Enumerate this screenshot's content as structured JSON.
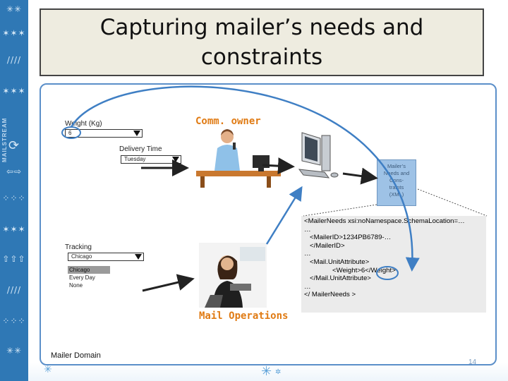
{
  "slide": {
    "title": "Capturing mailer’s needs and constraints",
    "footer": "Mailer Domain",
    "page_number": "14"
  },
  "sidebar": {
    "vertical_text": "MAILSTREAM"
  },
  "form": {
    "weight": {
      "label": "Weight (Kg)",
      "value": "6"
    },
    "delivery_time": {
      "label": "Delivery Time",
      "value": "Tuesday"
    },
    "tracking": {
      "label": "Tracking",
      "value": "Chicago",
      "options": [
        "Chicago",
        "Every Day",
        "None"
      ],
      "selected_option": "Chicago"
    }
  },
  "roles": {
    "comm_owner": "Comm. owner",
    "mail_operations": "Mail Operations"
  },
  "document": {
    "label_lines": [
      "Mailer’s",
      "Needs and",
      "Cons-",
      "traints",
      "(XML)"
    ]
  },
  "xml_snippet": {
    "lines": [
      "<MailerNeeds xsi:noNamespace.SchemaLocation=…",
      "…",
      "   <MailerID>1234PB6789-…",
      "   </MailerID>",
      "…",
      "   <Mail.UnitAttribute>",
      "               <Weight>6</Weight>",
      "   </Mail.UnitAttribute>",
      "…",
      "</ MailerNeeds >"
    ]
  },
  "colors": {
    "accent_blue": "#2f78b5",
    "panel_border": "#5b8fc9",
    "role_orange": "#e07b14",
    "title_bg": "#eeece0",
    "xml_bg": "#ebebeb"
  }
}
